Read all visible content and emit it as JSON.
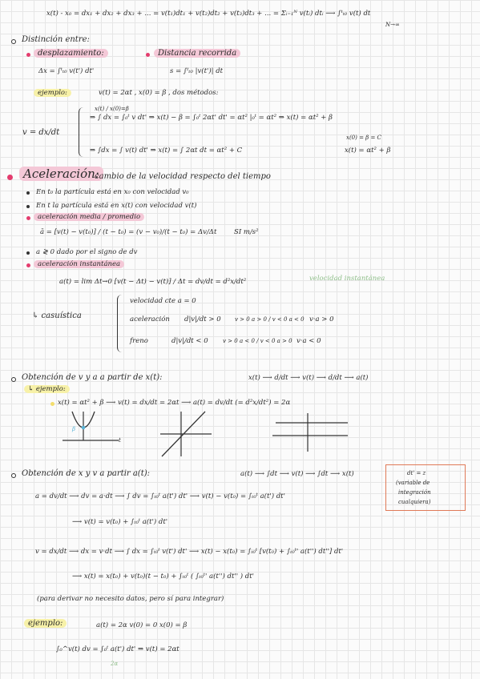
{
  "colors": {
    "pink_highlight": "#f4c8d7",
    "yellow_highlight": "#f7f1a8",
    "pink_bullet": "#e43c6e",
    "green_note": "#8fbf8a",
    "box_border": "#e07a58"
  },
  "top": {
    "formula": "x(t) - x₀ = dx₁ + dx₂ + dx₃ + ... = v(t₁)dt₁ + v(t₂)dt₂ + v(t₃)dt₃ + ... = Σᵢ₌₁ᴺ v(tᵢ) dtᵢ ⟶ ∫ᵗₜ₀ v(t) dt",
    "arrow_label": "N→∞"
  },
  "distincion": {
    "heading": "Distinción entre:",
    "desplazamiento": {
      "label": "desplazamiento:",
      "formula": "Δx = ∫ᵗₜ₀ v(t') dt'"
    },
    "distancia": {
      "label": "Distancia recorrida",
      "formula": "s = ∫ᵗₜ₀ |v(t')| dt"
    },
    "ejemplo": {
      "label": "ejemplo:",
      "text": "v(t) = 2αt ,  x(0) = β ,   dos métodos:"
    },
    "metodo1": {
      "lhs": "v = dx/dt",
      "limits": "x(t) / x(0)=β",
      "formula": "⇒ ∫ dx = ∫₀ᵗ v dt'  ⇒ x(t) − β = ∫₀ᵗ 2αt' dt' = αt² |₀ᵗ = αt²  ⇒ x(t) = αt² + β"
    },
    "metodo2": {
      "formula": "⇒ ∫dx = ∫ v(t) dt'  ⇒ x(t) = ∫ 2αt dt = αt² + C",
      "note": "x(0) = β = C",
      "result": "x(t) = αt² + β"
    }
  },
  "aceleracion": {
    "title": "Aceleración:",
    "desc": "cambio de la velocidad respecto del tiempo",
    "b1": "En t₀ la partícula está en x₀ con velocidad v₀",
    "b2": "En t la partícula está en x(t) con velocidad v(t)",
    "media": {
      "label": "aceleración media / promedio",
      "formula": "ā = [v(t) − v(t₀)] / (t − t₀) = (v − v₀)/(t − t₀) = Δv/Δt",
      "si": "SI  m/s²"
    },
    "signo": "a ≷ 0 dado por el signo de dv",
    "inst": {
      "label": "aceleración instantánea",
      "formula": "a(t) = lim Δt→0 [v(t − Δt) − v(t)] / Δt = dv/dt = d²x/dt²",
      "note": "velocidad instantánea"
    },
    "casuistica": {
      "label": "↳ casuística",
      "c1": "velocidad cte    a = 0",
      "c2_label": "aceleración",
      "c2_frac": "d|v|/dt > 0",
      "c2_cases": "v > 0   a > 0 / v < 0   a < 0",
      "c2_result": "v·a > 0",
      "c3_label": "freno",
      "c3_frac": "d|v|/dt < 0",
      "c3_cases": "v > 0   a < 0 / v < 0   a > 0",
      "c3_result": "v·a < 0"
    }
  },
  "obtencion1": {
    "heading": "Obtención de v y a a partir de x(t):",
    "chain": "x(t) ⟶ d/dt ⟶ v(t) ⟶ d/dt ⟶ a(t)",
    "ejemplo_label": "↳ ejemplo:",
    "ex": "x(t) = αt² + β  ⟶  v(t) = dx/dt = 2αt  ⟶  a(t) = dv/dt (= d²x/dt²) = 2α",
    "point": "β",
    "axis_t": "t"
  },
  "obtencion2": {
    "heading": "Obtención de x y v a partir a(t):",
    "chain": "a(t) ⟶ ∫dt ⟶ v(t) ⟶ ∫dt ⟶ x(t)",
    "box": [
      "dt' = z",
      "(variable de",
      "integración",
      "cualquiera)"
    ],
    "a_row1": "a = dv/dt  ⟶  dv = a·dt  ⟶  ∫ dv = ∫ₜ₀ᵗ a(t') dt'  ⟶  v(t) − v(t₀) = ∫ₜ₀ᵗ a(t') dt'",
    "a_row2": "⟶  v(t) = v(t₀) + ∫ₜ₀ᵗ a(t') dt'",
    "v_row1": "v = dx/dt  ⟶  dx = v·dt  ⟶  ∫ dx = ∫ₜ₀ᵗ v(t') dt'  ⟶  x(t) − x(t₀) = ∫ₜ₀ᵗ [v(t₀) + ∫ₜ₀ᵗ' a(t'') dt''] dt'",
    "v_row2": "⟶  x(t) = x(t₀) + v(t₀)(t − t₀) + ∫ₜ₀ᵗ ( ∫ₜ₀ᵗ' a(t'') dt'' ) dt'",
    "nota": "(para derivar no necesito datos, pero sí para integrar)"
  },
  "ejemplo_final": {
    "label": "ejemplo:",
    "datos": "a(t) = 2α     v(0) = 0     x(0) = β",
    "formula": "∫₀^v(t) dv = ∫₀ᵗ a(t') dt'  ⇒  v(t) = 2αt",
    "under": "2α"
  }
}
